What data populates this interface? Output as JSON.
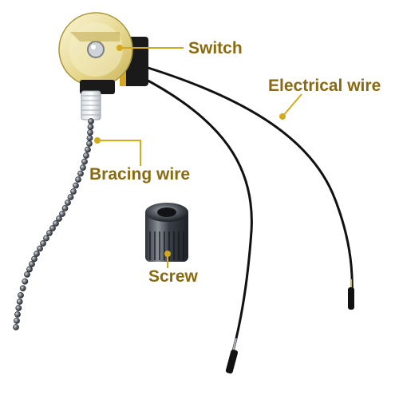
{
  "colors": {
    "label_text": "#8a6a10",
    "leader_line": "#d4a91c",
    "wire": "#111111",
    "chain": "#4a4f57",
    "switch_body": "#1a1a1a",
    "switch_top": "#d9c97a"
  },
  "labels": {
    "switch": "Switch",
    "electrical_wire": "Electrical wire",
    "bracing_wire": "Bracing wire",
    "screw": "Screw"
  },
  "icons": {
    "switch": "pull-chain-switch-icon",
    "wire": "electrical-wire-icon",
    "chain": "bead-chain-icon",
    "screw": "knurled-screw-cap-icon"
  }
}
